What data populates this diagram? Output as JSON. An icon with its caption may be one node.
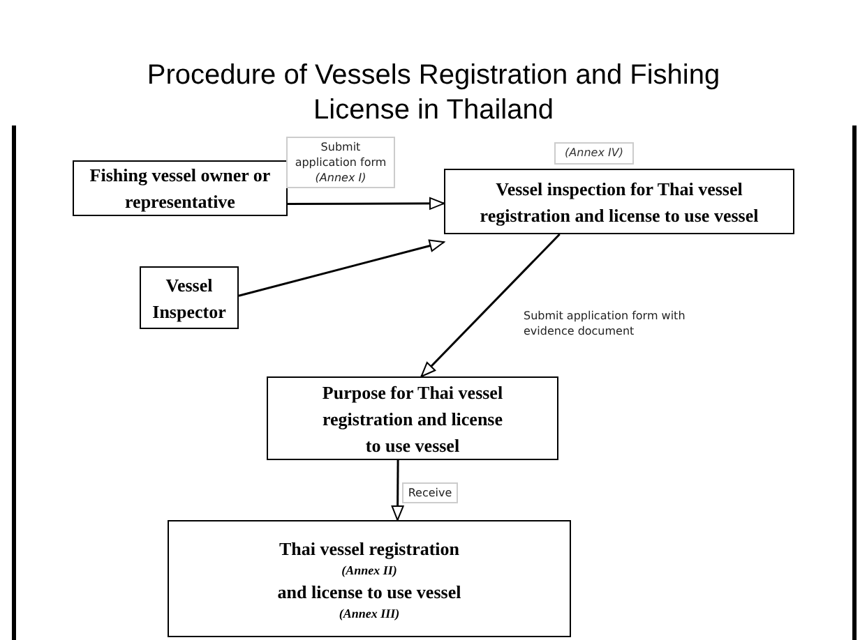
{
  "diagram": {
    "title": "Procedure of Vessels Registration and Fishing License in Thailand",
    "nodes": [
      {
        "text": [
          "Fishing vessel owner or representative"
        ]
      },
      {
        "text": [
          "Vessel inspection for Thai vessel registration and license to use vessel"
        ],
        "beside": [
          "(Annex IV)"
        ]
      },
      {
        "text": [
          "Vessel Inspector"
        ]
      },
      {
        "text": [
          "Purpose for Thai vessel registration and license to use vessel"
        ]
      },
      {
        "text": [
          "Thai vessel registration",
          "(Annex II)",
          "and license to use vessel",
          "(Annex III)"
        ]
      }
    ],
    "edges": [
      {
        "from": 0,
        "to": 1,
        "arrow": "to",
        "label": "Submit application form *(Annex I)*"
      },
      {
        "from": 2,
        "to": 1,
        "arrow": "to"
      },
      {
        "from": 1,
        "to": 3,
        "arrow": "to",
        "label": "Submit application form with evidence document"
      },
      {
        "from": 3,
        "to": 4,
        "arrow": "to",
        "label": "Receive"
      }
    ]
  }
}
